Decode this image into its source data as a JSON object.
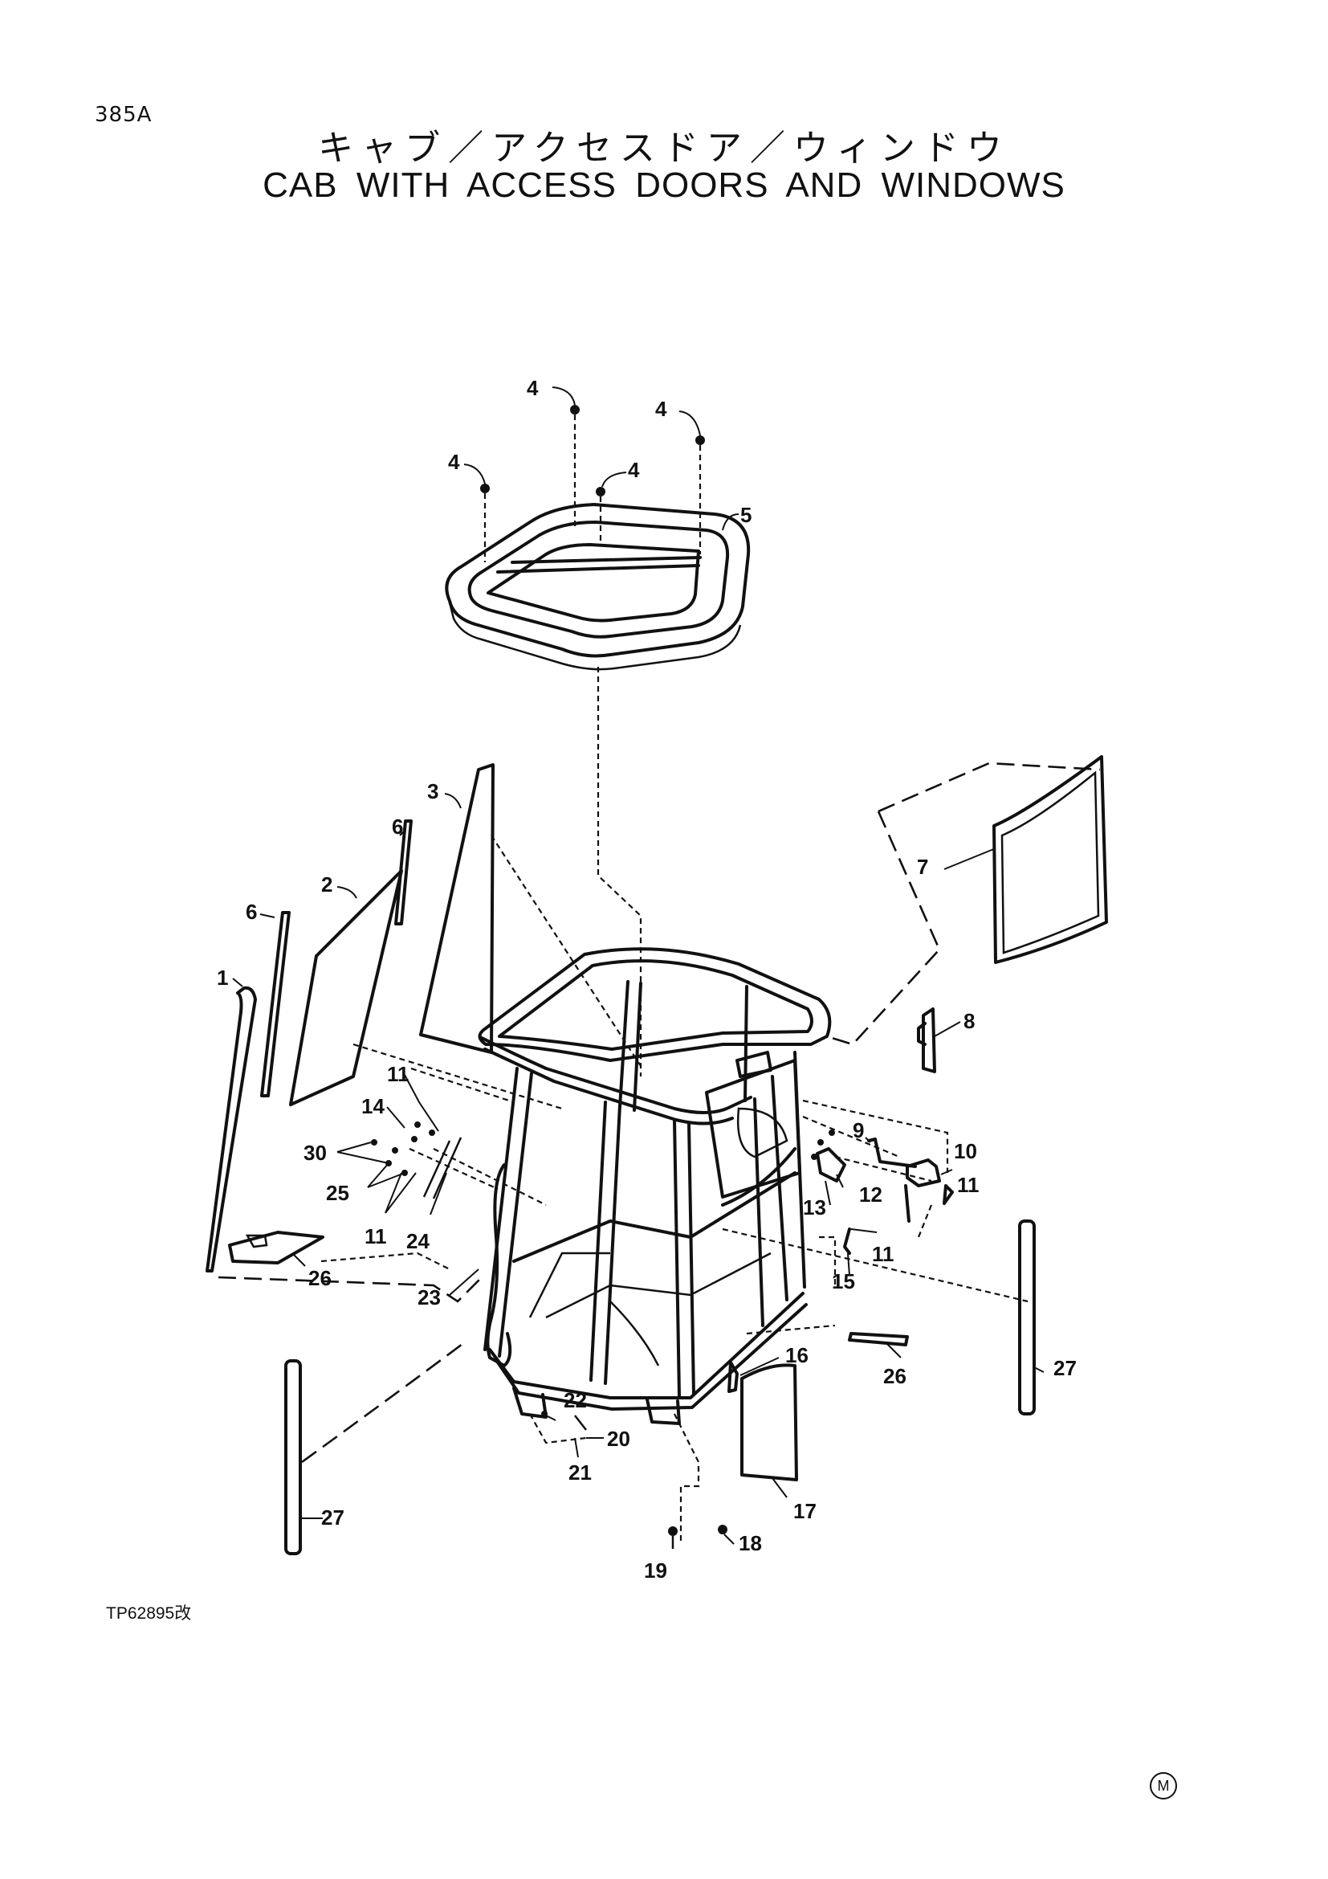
{
  "header": {
    "page_code": "385A",
    "title_jp": "キャブ／アクセスドア／ウィンドウ",
    "title_en": "CAB WITH ACCESS DOORS AND WINDOWS"
  },
  "footer": {
    "figure_code": "TP62895改",
    "mark": "M"
  },
  "callouts": [
    {
      "label": "4"
    },
    {
      "label": "4"
    },
    {
      "label": "4"
    },
    {
      "label": "4"
    },
    {
      "label": "5"
    },
    {
      "label": "3"
    },
    {
      "label": "6"
    },
    {
      "label": "2"
    },
    {
      "label": "6"
    },
    {
      "label": "1"
    },
    {
      "label": "7"
    },
    {
      "label": "8"
    },
    {
      "label": "11"
    },
    {
      "label": "14"
    },
    {
      "label": "30"
    },
    {
      "label": "25"
    },
    {
      "label": "11"
    },
    {
      "label": "24"
    },
    {
      "label": "26"
    },
    {
      "label": "23"
    },
    {
      "label": "9"
    },
    {
      "label": "10"
    },
    {
      "label": "11"
    },
    {
      "label": "12"
    },
    {
      "label": "13"
    },
    {
      "label": "11"
    },
    {
      "label": "15"
    },
    {
      "label": "16"
    },
    {
      "label": "26"
    },
    {
      "label": "27"
    },
    {
      "label": "22"
    },
    {
      "label": "20"
    },
    {
      "label": "21"
    },
    {
      "label": "17"
    },
    {
      "label": "27"
    },
    {
      "label": "18"
    },
    {
      "label": "19"
    }
  ]
}
